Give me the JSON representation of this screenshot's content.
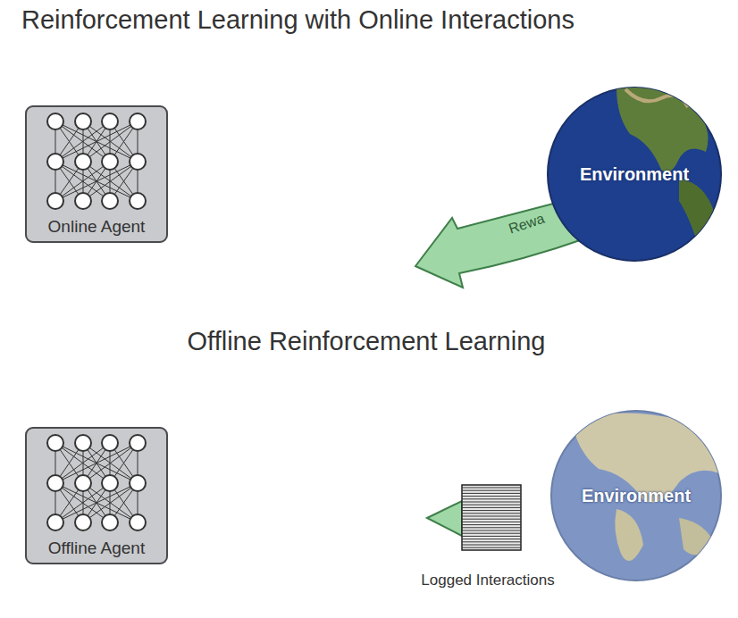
{
  "diagram": {
    "title": "Reinforcement Learning with Online Interactions",
    "nodes": [
      {
        "text": [
          "Online Agent"
        ]
      },
      {
        "text": [
          "Environment"
        ]
      },
      {
        "text": [
          "Offline Agent"
        ]
      },
      {
        "text": [
          "Logged Interactions"
        ]
      },
      {
        "text": [
          "Environment"
        ]
      }
    ],
    "labels": [
      "Rewa",
      "Offline Reinforcement Learning"
    ]
  }
}
